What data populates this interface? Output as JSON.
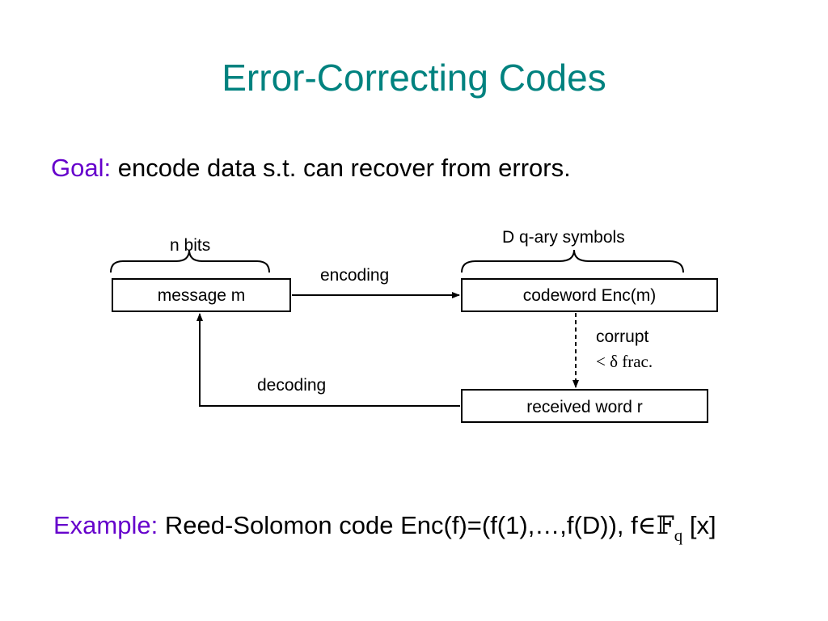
{
  "slide": {
    "title": "Error-Correcting Codes",
    "goal": {
      "lead": "Goal:",
      "text": "encode data s.t. can recover from errors."
    },
    "example": {
      "lead": "Example:",
      "text": "Reed-Solomon code Enc(f)=(f(1),…,f(D)), f",
      "element_of": "∈",
      "field": "𝔽",
      "field_sub": "q",
      "tail": "[x]"
    }
  },
  "diagram": {
    "message_box": "message m",
    "codeword_box": "codeword Enc(m)",
    "received_box": "received word r",
    "n_bits": "n bits",
    "d_symbols": "D q-ary symbols",
    "encoding": "encoding",
    "decoding": "decoding",
    "corrupt": "corrupt",
    "corrupt_fraction": "< δ frac."
  },
  "colors": {
    "title": "#00827f",
    "lead": "#6600cc",
    "text": "#000000",
    "line": "#000000"
  }
}
